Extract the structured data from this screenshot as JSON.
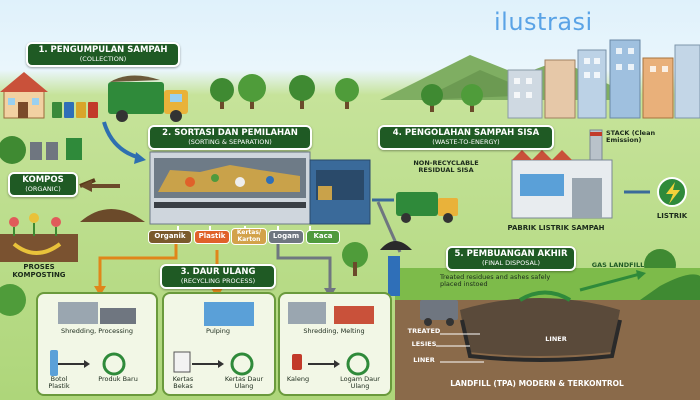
{
  "watermark": "ilustrasi",
  "steps": {
    "collection": {
      "title": "1. PENGUMPULAN SAMPAH",
      "subtitle": "(COLLECTION)"
    },
    "sorting": {
      "title": "2. SORTASI DAN PEMILAHAN",
      "subtitle": "(SORTING & SEPARATION)"
    },
    "recycling": {
      "title": "3. DAUR ULANG",
      "subtitle": "(RECYCLING PROCESS)"
    },
    "wte": {
      "title": "4. PENGOLAHAN SAMPAH SISA",
      "subtitle": "(WASTE-TO-ENERGY)"
    },
    "disposal": {
      "title": "5. PEMBUANGAN AKHIR",
      "subtitle": "(FINAL DISPOSAL)"
    },
    "compost": {
      "title": "KOMPOS",
      "subtitle": "(ORGANIC)"
    }
  },
  "categories": {
    "organic": "Organik",
    "plastic": "Plastik",
    "paper": "Kertas/ Karton",
    "metal": "Logam",
    "glass": "Kaca"
  },
  "colors": {
    "organic": "#7a5a2c",
    "plastic": "#e0612a",
    "paper": "#d3a24a",
    "metal": "#6f7680",
    "glass": "#4f9a3d",
    "label_bg": "#1f5a24"
  },
  "compost_process": "PROSES KOMPOSTING",
  "recycling_panels": [
    {
      "process": "Shredding, Processing",
      "input": "Botol Plastik",
      "output": "Produk Baru"
    },
    {
      "process": "Pulping",
      "input": "Kertas Bekas",
      "output": "Kertas Daur Ulang"
    },
    {
      "process": "Shredding, Melting",
      "input": "Kaleng",
      "output": "Logam Daur Ulang"
    }
  ],
  "wte": {
    "residual": "NON-RECYCLABLE RESIDUAL SISA",
    "stack": "STACK (Clean Emission)",
    "plant": "PABRIK LISTRIK SAMPAH",
    "electricity": "LISTRIK"
  },
  "disposal": {
    "note": "Treated residues and ashes safely placed instoed",
    "gas": "GAS LANDFILL",
    "layers": [
      "TREATED",
      "LESIES",
      "LINER"
    ],
    "liner": "LINER",
    "landfill": "LANDFILL (TPA) MODERN & TERKONTROL"
  }
}
